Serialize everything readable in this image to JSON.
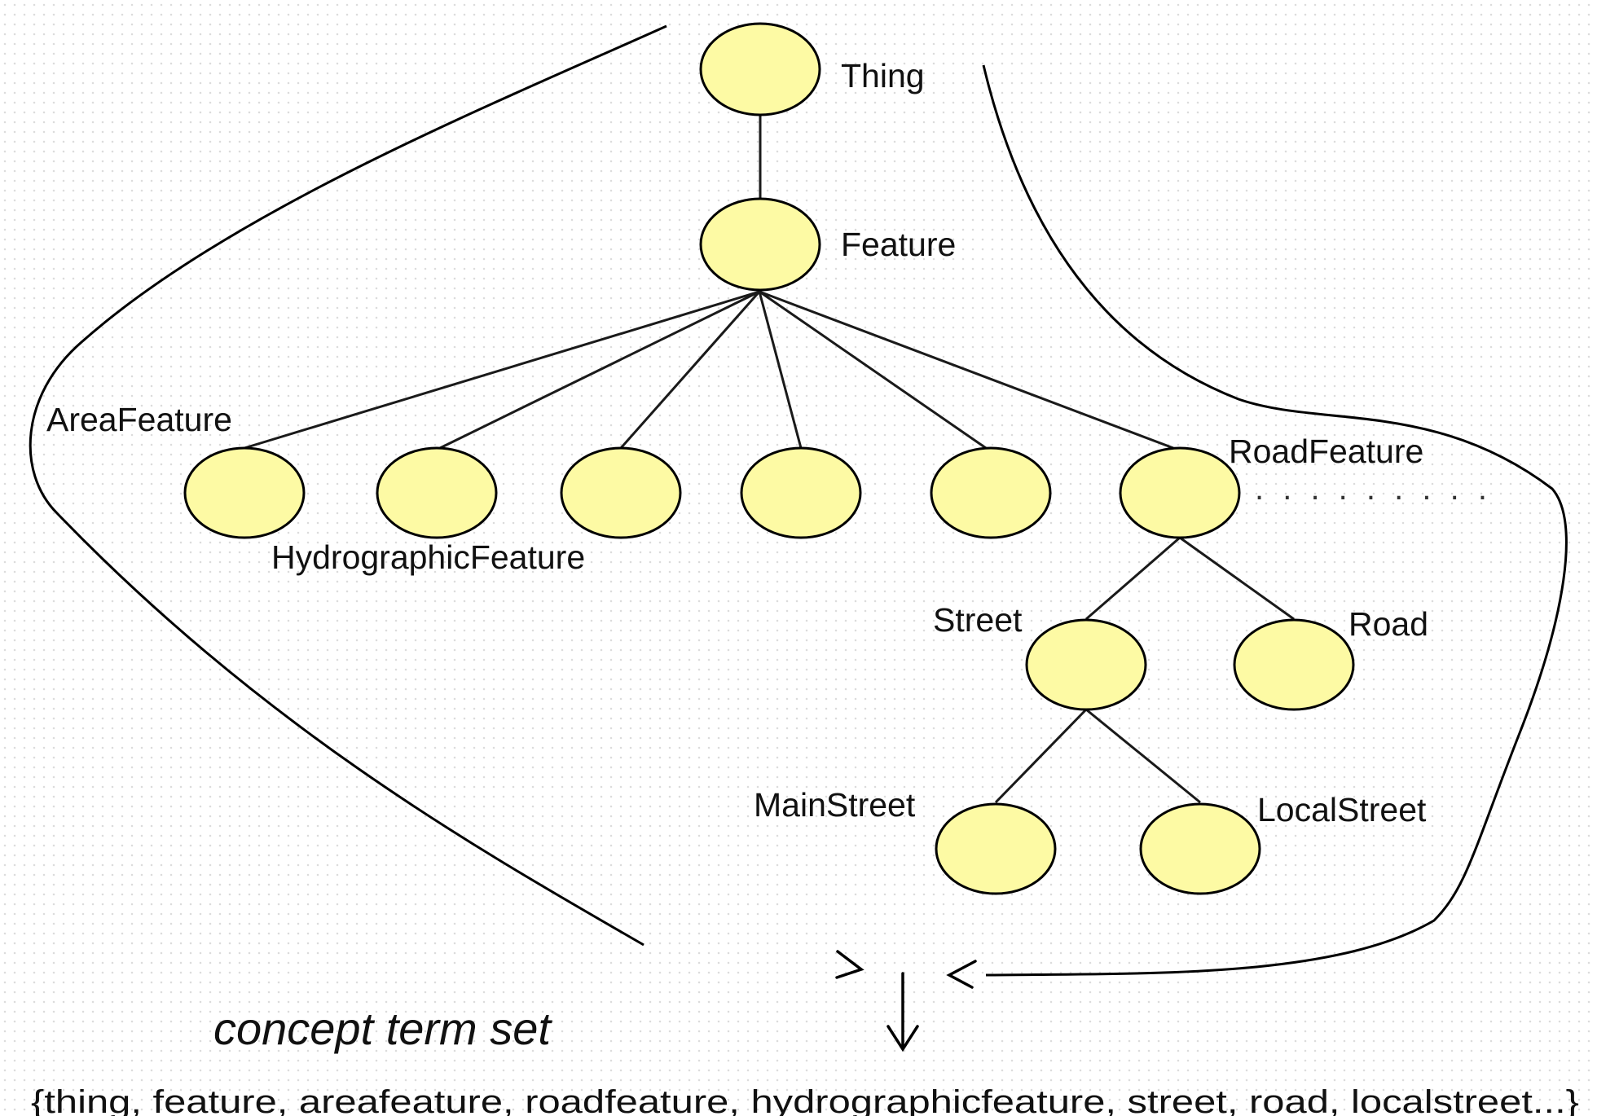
{
  "nodes": {
    "thing": {
      "label": "Thing"
    },
    "feature": {
      "label": "Feature"
    },
    "area_feature": {
      "label": "AreaFeature"
    },
    "hydrographic_feature": {
      "label": "HydrographicFeature"
    },
    "unlabeled_3": {
      "label": ""
    },
    "unlabeled_4": {
      "label": ""
    },
    "unlabeled_5": {
      "label": ""
    },
    "road_feature": {
      "label": "RoadFeature"
    },
    "street": {
      "label": "Street"
    },
    "road": {
      "label": "Road"
    },
    "main_street": {
      "label": "MainStreet"
    },
    "local_street": {
      "label": "LocalStreet"
    }
  },
  "ellipsis": ". . . . . . . . .",
  "caption": "concept term set",
  "term_set": "{thing, feature, areafeature, roadfeature, hydrographicfeature, street, road, localstreet...}",
  "colors": {
    "node_fill": "#fdfaa4",
    "stroke": "#000000"
  }
}
